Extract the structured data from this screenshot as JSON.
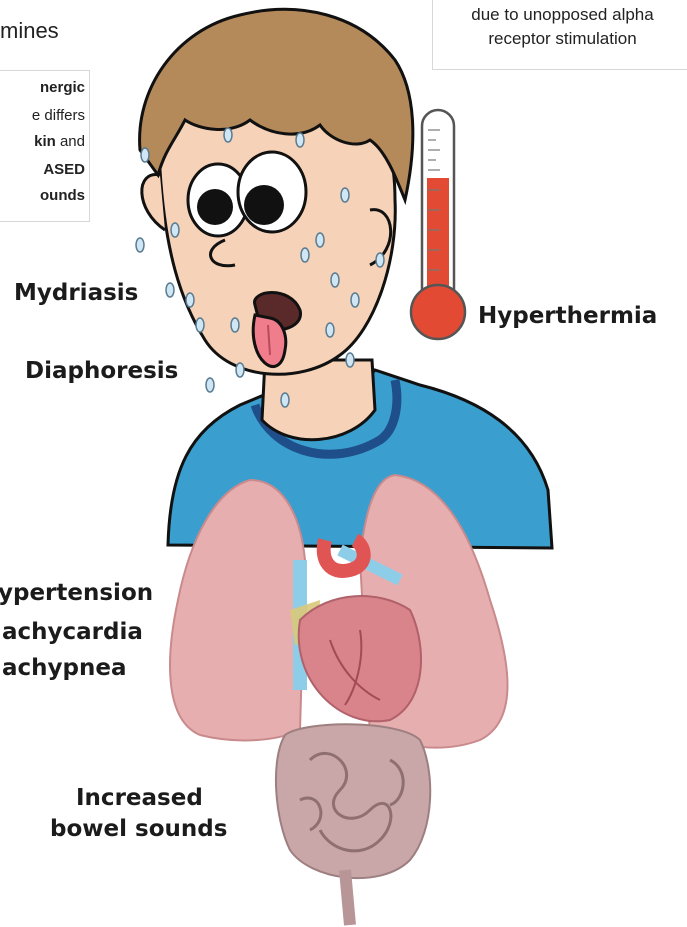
{
  "header": {
    "title_fragment": "mines"
  },
  "left_note": {
    "line1": "nergic",
    "line2": "e differs",
    "line3_bold": "kin",
    "line3_rest": " and",
    "line4": "ASED",
    "line5": "ounds"
  },
  "right_note": {
    "line1": "due to unopposed alpha",
    "line2": "receptor stimulation"
  },
  "labels": {
    "mydriasis": "Mydriasis",
    "hyperthermia": "Hyperthermia",
    "diaphoresis": "Diaphoresis",
    "hypertension": "ypertension",
    "tachycardia": "achycardia",
    "tachypnea": "achypnea",
    "bowel1": "Increased",
    "bowel2": "bowel sounds"
  },
  "colors": {
    "shirt": "#3a9fcf",
    "shirt_collar": "#1f4f8a",
    "skin": "#f6d3b8",
    "hair": "#b58a5b",
    "thermo_red": "#e34a33",
    "lung": "#e7aeb0",
    "heart": "#d9838a",
    "intestine": "#c9a7a8"
  }
}
